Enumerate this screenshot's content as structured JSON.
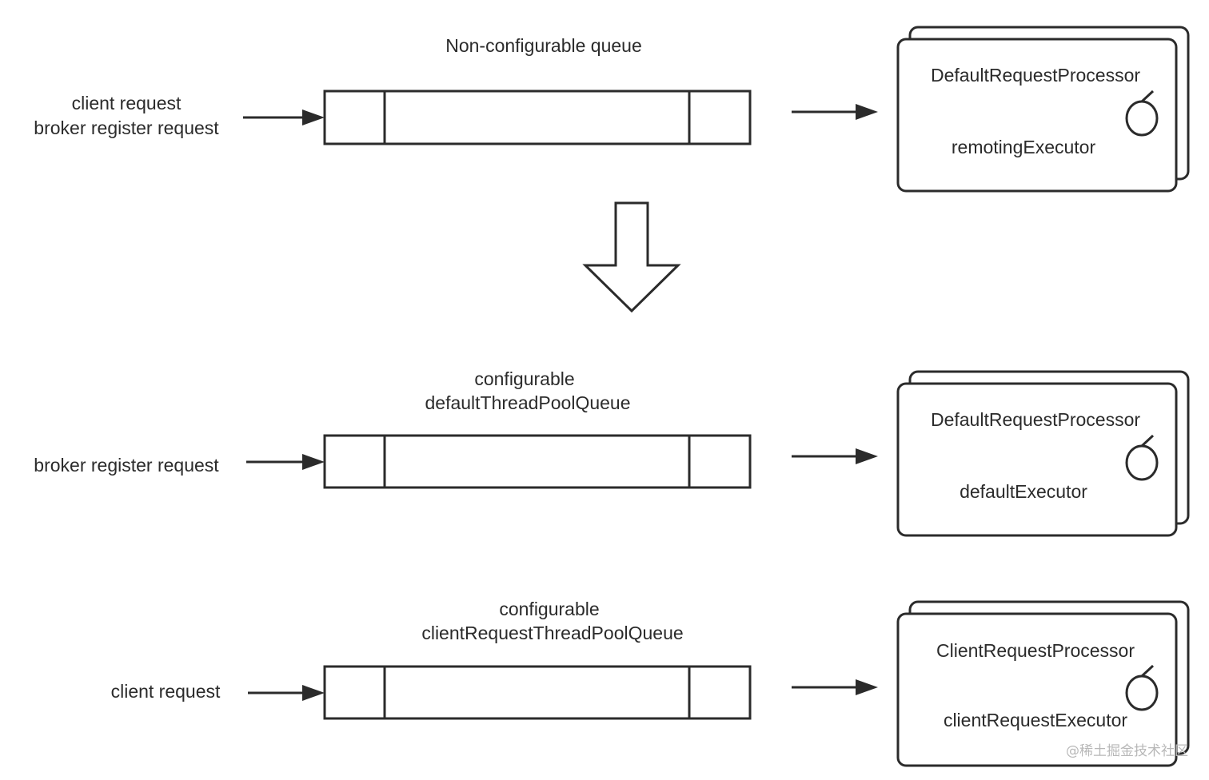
{
  "colors": {
    "stroke": "#2b2b2b",
    "text": "#2b2b2b",
    "watermark": "#b8b8b8",
    "background": "#ffffff"
  },
  "top": {
    "queue_title": "Non-configurable queue",
    "input_line1": "client request",
    "input_line2": "broker register request",
    "processor_name": "DefaultRequestProcessor",
    "executor_name": "remotingExecutor"
  },
  "middle": {
    "queue_title_line1": "configurable",
    "queue_title_line2": "defaultThreadPoolQueue",
    "input": "broker register request",
    "processor_name": "DefaultRequestProcessor",
    "executor_name": "defaultExecutor"
  },
  "bottom": {
    "queue_title_line1": "configurable",
    "queue_title_line2": "clientRequestThreadPoolQueue",
    "input": "client request",
    "processor_name": "ClientRequestProcessor",
    "executor_name": "clientRequestExecutor"
  },
  "icons": {
    "thread": "thread-cycle-icon",
    "transition": "down-arrow-icon"
  },
  "watermark": "@稀土掘金技术社区"
}
